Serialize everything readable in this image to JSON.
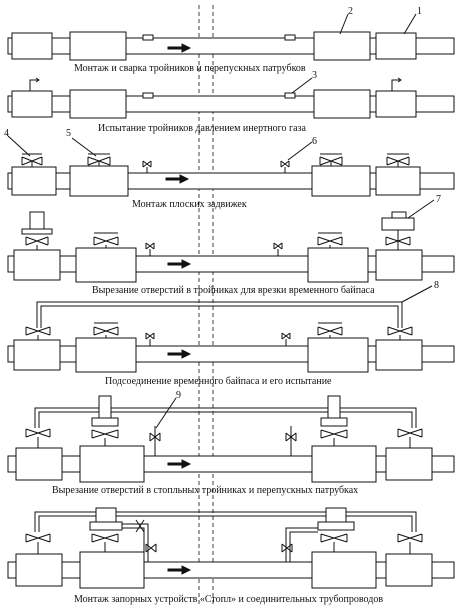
{
  "captions": [
    "Монтаж и сварка тройников и перепускных патрубков",
    "Испытание тройников давлением инертного газа",
    "Монтаж плоских задвижек",
    "Вырезание отверстий в тройниках для врезки временного байпаса",
    "Подсоединение временного байпаса и его испытание",
    "Вырезание отверстий в стопльных тройниках  и перепускных патрубках",
    "Монтаж запорных устройств «Стопл» и соединительных трубопроводов"
  ],
  "callouts": [
    "1",
    "2",
    "3",
    "4",
    "5",
    "6",
    "7",
    "8",
    "9"
  ]
}
